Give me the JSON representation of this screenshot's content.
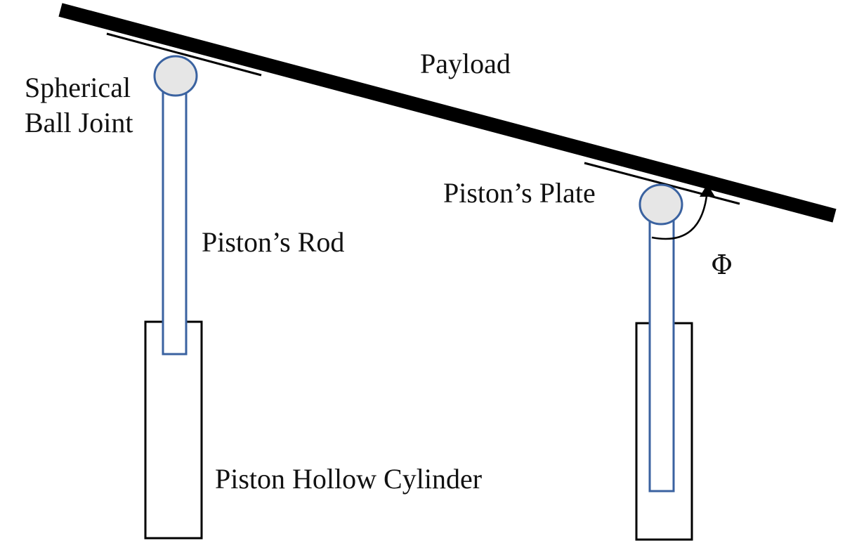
{
  "labels": {
    "payload": "Payload",
    "spherical_ball_joint_line1": "Spherical",
    "spherical_ball_joint_line2": "Ball Joint",
    "pistons_rod": "Piston’s Rod",
    "pistons_plate": "Piston’s Plate",
    "piston_hollow_cylinder": "Piston Hollow Cylinder",
    "angle_symbol": "Φ"
  },
  "colors": {
    "payload_bar": "#000000",
    "outline": "#000000",
    "rod_stroke": "#3a62a0",
    "ball_fill": "#e6e6e6",
    "ball_stroke": "#3a62a0",
    "background": "#ffffff"
  }
}
